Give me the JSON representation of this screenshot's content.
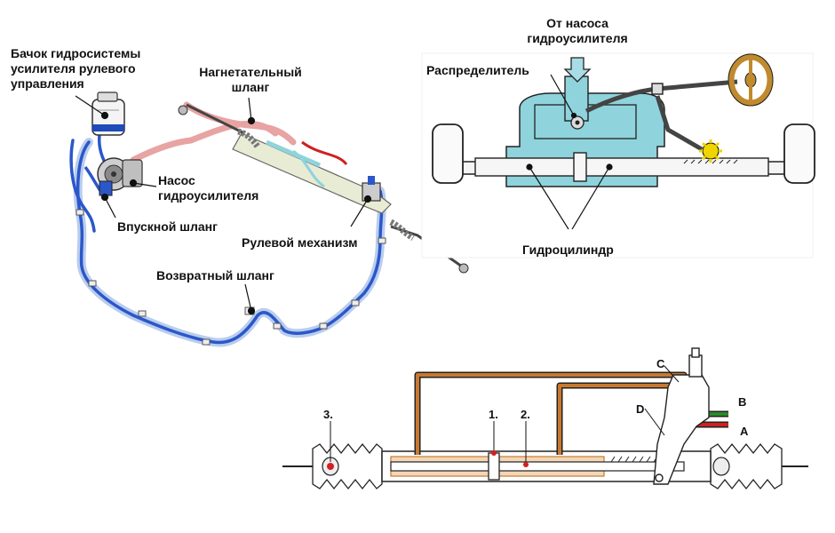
{
  "colors": {
    "pressure_hose": "#e8a3a3",
    "return_hose": "#2b57c9",
    "return_hose_light": "#a9c0ea",
    "cylinder_fill": "#8fd3dc",
    "line_orange": "#c8782e",
    "port_green": "#2a8a2a",
    "port_red": "#d01f1f",
    "marker_red": "#d22020",
    "steering_wheel": "#c08a2e",
    "gear_yellow": "#f0d400"
  },
  "icons": {
    "reservoir": "reservoir-icon",
    "pump": "pump-icon",
    "steering_gear": "steering-gear-icon",
    "steering_wheel": "steering-wheel-icon",
    "distributor": "distributor-icon",
    "wheels": "wheel-icon"
  },
  "labels": {
    "reservoir": "Бачок гидросистемы\nусилителя рулевого\nуправления",
    "pressure_hose": "Нагнетательный\nшланг",
    "pump": "Насос\nгидроусилителя",
    "intake_hose": "Впускной шланг",
    "steering_gear": "Рулевой механизм",
    "return_hose": "Возвратный шланг",
    "from_pump": "От насоса\nгидроусилителя",
    "distributor": "Распределитель",
    "hydro_cylinder": "Гидроцилиндр"
  },
  "bottom": {
    "c": "C",
    "b": "B",
    "d": "D",
    "a": "A",
    "n1": "1.",
    "n2": "2.",
    "n3": "3."
  }
}
